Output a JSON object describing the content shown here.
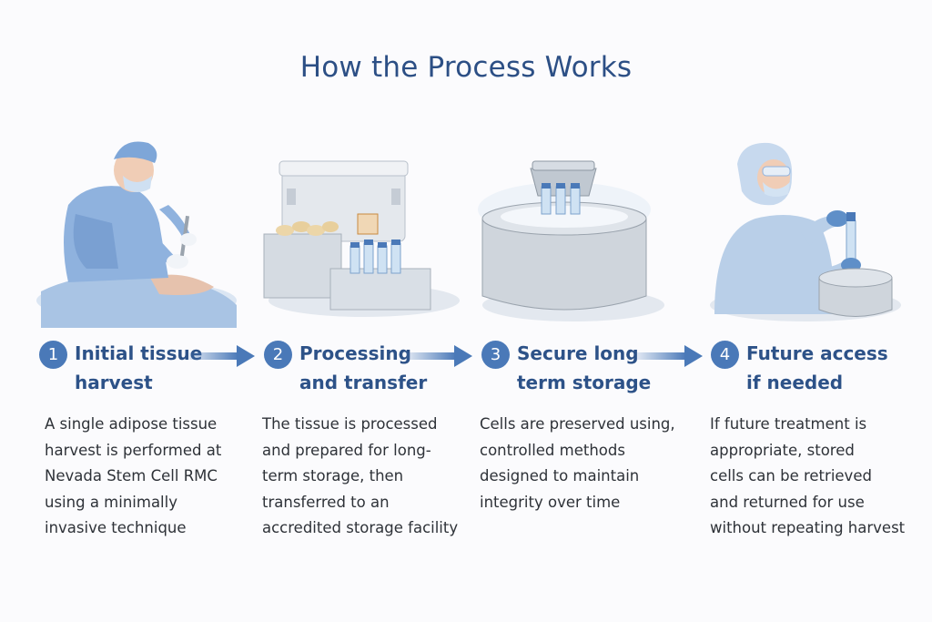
{
  "title": "How the Process Works",
  "colors": {
    "title": "#2c4f85",
    "accent": "#4a79b8",
    "text": "#2e3238"
  },
  "steps": [
    {
      "number": "1",
      "title_line1": "Initial tissue",
      "title_line2": "harvest",
      "description": [
        "A single adipose tissue",
        "harvest is performed at",
        "Nevada Stem Cell RMC",
        "using a minimally",
        "invasive technique"
      ]
    },
    {
      "number": "2",
      "title_line1": "Processing",
      "title_line2": "and transfer",
      "description": [
        "The tissue is processed",
        "and prepared for long-",
        "term storage, then",
        "transferred to an",
        "accredited storage facility"
      ]
    },
    {
      "number": "3",
      "title_line1": "Secure long",
      "title_line2": "term storage",
      "description": [
        "Cells are preserved using,",
        "controlled methods",
        "designed to maintain",
        "integrity over time"
      ]
    },
    {
      "number": "4",
      "title_line1": "Future access",
      "title_line2": "if needed",
      "description": [
        "If future treatment is",
        "appropriate, stored",
        "cells can be retrieved",
        "and returned for use",
        "without repeating harvest"
      ]
    }
  ]
}
